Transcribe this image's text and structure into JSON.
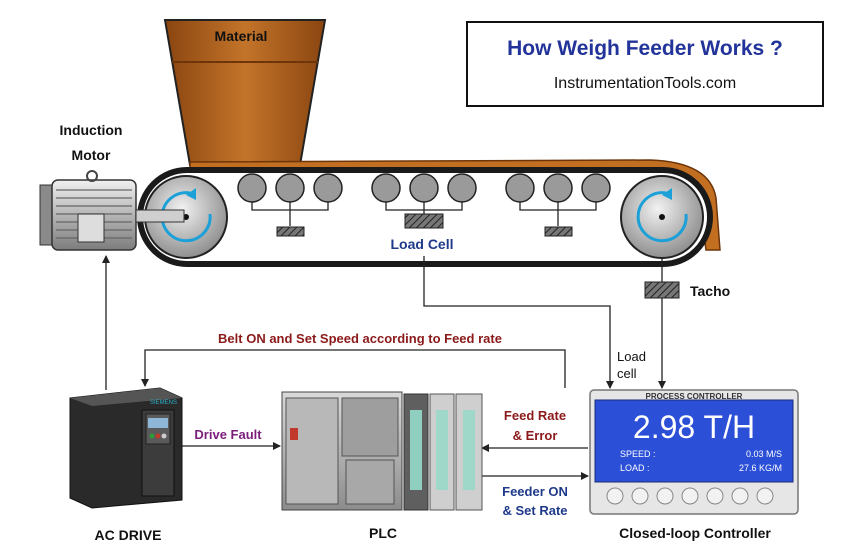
{
  "title": {
    "main": "How Weigh Feeder Works ?",
    "source": "InstrumentationTools.com"
  },
  "labels": {
    "material": "Material",
    "induction_motor_line1": "Induction",
    "induction_motor_line2": "Motor",
    "load_cell": "Load Cell",
    "tacho": "Tacho",
    "load_cell_signal_line1": "Load",
    "load_cell_signal_line2": "cell",
    "belt_speed_signal": "Belt ON and Set Speed according to Feed rate",
    "drive_fault": "Drive Fault",
    "feed_rate_line1": "Feed Rate",
    "feed_rate_line2": "& Error",
    "feeder_on_line1": "Feeder ON",
    "feeder_on_line2": "& Set Rate",
    "ac_drive": "AC DRIVE",
    "plc": "PLC",
    "controller": "Closed-loop Controller"
  },
  "controller_display": {
    "header": "PROCESS CONTROLLER",
    "main_value": "2.98 T/H",
    "speed_label": "SPEED :",
    "speed_value": "0.03 M/S",
    "load_label": "LOAD :",
    "load_value": "27.6 KG/M"
  },
  "colors": {
    "title_blue": "#22339a",
    "signal_red": "#8b1a1a",
    "signal_purple": "#7a1f7a",
    "load_cell_blue": "#1f3a8a",
    "material_brown": "#b8651f",
    "display_blue": "#2b4fd6"
  }
}
